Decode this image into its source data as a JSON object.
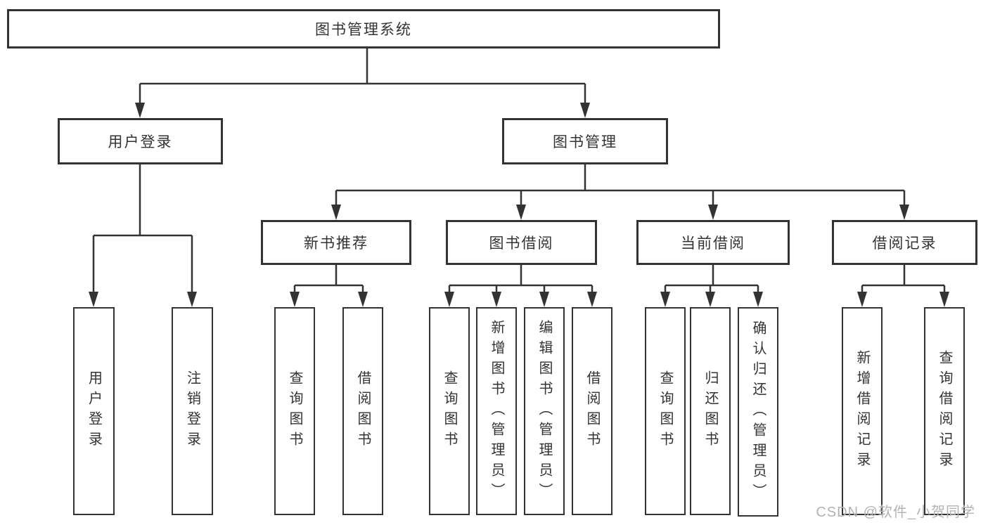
{
  "diagram": {
    "root": "图书管理系统",
    "level2": {
      "user_login": "用户登录",
      "book_management": "图书管理"
    },
    "user_login_children": [
      "用户登录",
      "注销登录"
    ],
    "sections": [
      "新书推荐",
      "图书借阅",
      "当前借阅",
      "借阅记录"
    ],
    "new_book_children": [
      "查询图书",
      "借阅图书"
    ],
    "book_borrow_children": [
      "查询图书",
      "新增图书（管理员）",
      "编辑图书（管理员）",
      "借阅图书"
    ],
    "current_borrow_children": [
      "查询图书",
      "归还图书",
      "确认归还（管理员）"
    ],
    "borrow_record_children": [
      "新增借阅记录",
      "查询借阅记录"
    ]
  },
  "watermark": "CSDN @软件_小贺同学",
  "colors": {
    "line": "#333333",
    "text": "#333333",
    "watermark": "#b3b3b3",
    "background": "#ffffff"
  }
}
